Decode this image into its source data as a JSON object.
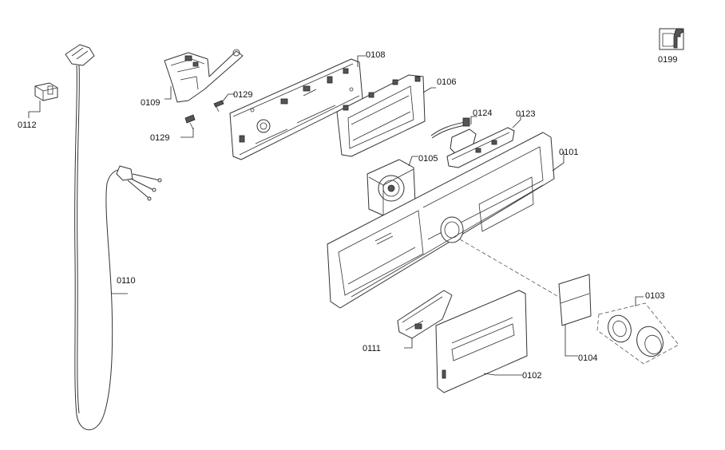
{
  "labels": {
    "l0101": "0101",
    "l0102": "0102",
    "l0103": "0103",
    "l0104": "0104",
    "l0105": "0105",
    "l0106": "0106",
    "l0108": "0108",
    "l0109": "0109",
    "l0110": "0110",
    "l0111": "0111",
    "l0112": "0112",
    "l0123": "0123",
    "l0124": "0124",
    "l0129a": "0129",
    "l0129b": "0129",
    "l0199": "0199"
  },
  "icons": {
    "service": "service-manual-wrench-icon"
  },
  "colors": {
    "line": "#333333",
    "background": "#ffffff"
  }
}
